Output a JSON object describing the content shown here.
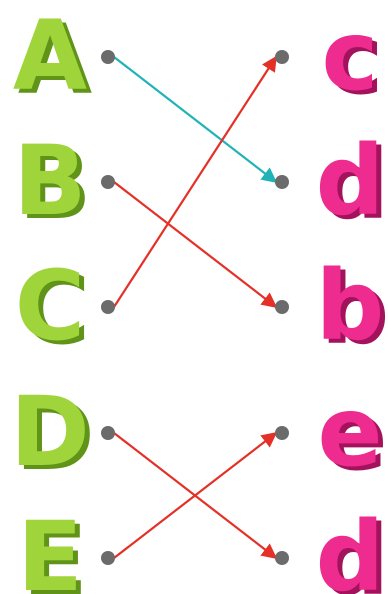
{
  "colors": {
    "upper_fill": "#9fd43a",
    "upper_shadow": "#5f9419",
    "lower_fill": "#ee2b8e",
    "lower_shadow": "#a3125c",
    "dot": "#6b6b6b",
    "line_correct": "#1fb3b8",
    "line_other": "#e43027"
  },
  "left_letters": [
    "A",
    "B",
    "C",
    "D",
    "E"
  ],
  "right_letters": [
    "c",
    "d",
    "b",
    "e",
    "d"
  ],
  "connections": [
    {
      "from": 0,
      "to": 1,
      "color": "line_correct"
    },
    {
      "from": 1,
      "to": 2,
      "color": "line_other"
    },
    {
      "from": 2,
      "to": 0,
      "color": "line_other"
    },
    {
      "from": 3,
      "to": 4,
      "color": "line_other"
    },
    {
      "from": 4,
      "to": 3,
      "color": "line_other"
    }
  ]
}
